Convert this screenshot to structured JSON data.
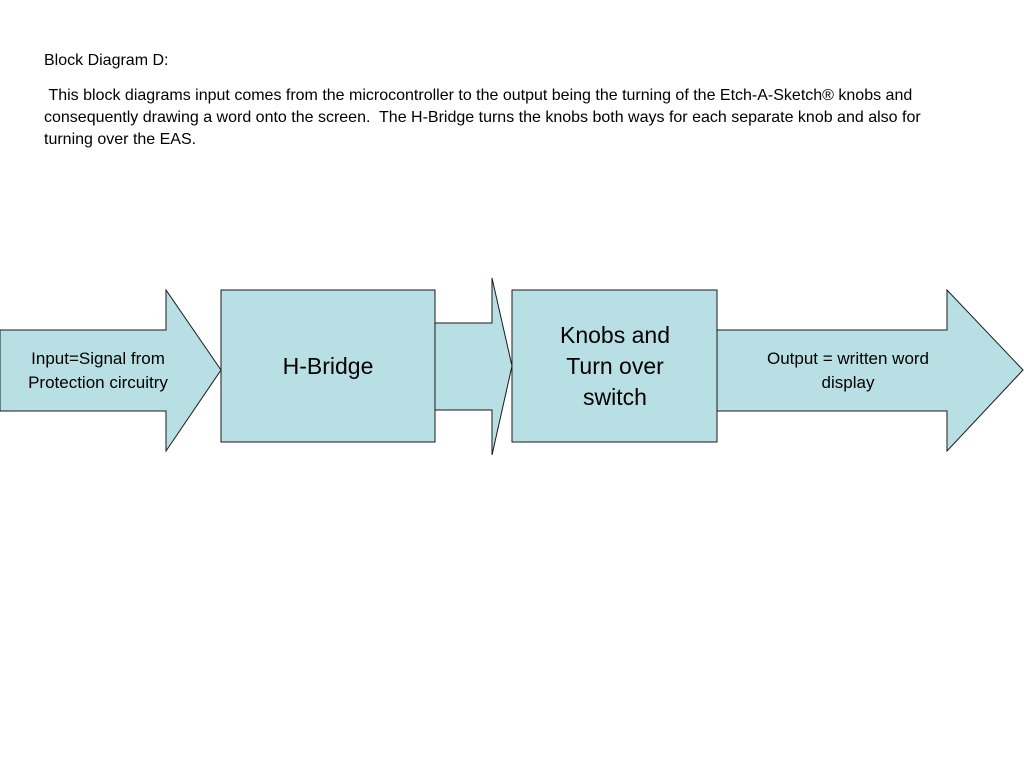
{
  "heading": "Block Diagram D:",
  "description": " This block diagrams input comes from the microcontroller to the output being the turning of the Etch-A-Sketch® knobs and consequently drawing a word onto the screen.  The H-Bridge turns the knobs both ways for each separate knob and also for turning over the EAS.",
  "colors": {
    "block_fill": "#b8dfe3",
    "block_stroke": "#1a1a1a"
  },
  "diagram": {
    "input_arrow": {
      "label": "Input=Signal from Protection circuitry"
    },
    "hbridge_block": {
      "label": "H-Bridge"
    },
    "connector_arrow": {
      "label": ""
    },
    "knobs_block": {
      "label": "Knobs and Turn over switch"
    },
    "output_arrow": {
      "label": "Output = written word display"
    }
  }
}
